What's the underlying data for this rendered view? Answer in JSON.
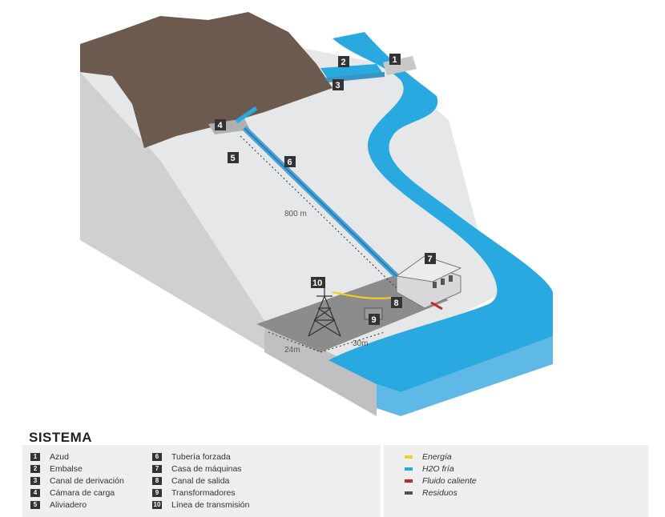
{
  "labels": {
    "l1": "1",
    "l2": "2",
    "l3": "3",
    "l4": "4",
    "l5": "5",
    "l6": "6",
    "l7": "7",
    "l8": "8",
    "l9": "9",
    "l10": "10"
  },
  "dimensions": {
    "height": "800 m",
    "width_a": "24m",
    "width_b": "30m"
  },
  "legend": {
    "title": "SISTEMA",
    "col1": [
      {
        "num": "1",
        "label": "Azud"
      },
      {
        "num": "2",
        "label": "Embalse"
      },
      {
        "num": "3",
        "label": "Canal de derivación"
      },
      {
        "num": "4",
        "label": "Cámara de carga"
      },
      {
        "num": "5",
        "label": "Aliviadero"
      }
    ],
    "col2": [
      {
        "num": "6",
        "label": "Tubería forzada"
      },
      {
        "num": "7",
        "label": "Casa de máquinas"
      },
      {
        "num": "8",
        "label": "Canal de salida"
      },
      {
        "num": "9",
        "label": "Transformadores"
      },
      {
        "num": "10",
        "label": "Línea de transmisión"
      }
    ],
    "systems": [
      {
        "label": "Energía",
        "color": "#f2d21c"
      },
      {
        "label": "H2O fría",
        "color": "#29a9e0"
      },
      {
        "label": "Fluido caliente",
        "color": "#c1272d"
      },
      {
        "label": "Residuos",
        "color": "#5a4f47"
      }
    ]
  },
  "colors": {
    "river": "#29a9e0",
    "river_side": "#5fb9e6",
    "mountain": "#6b5a4d",
    "terrain_top": "#e6e7e8",
    "terrain_side": "#cfd0d2",
    "platform": "#8c8c8c"
  }
}
